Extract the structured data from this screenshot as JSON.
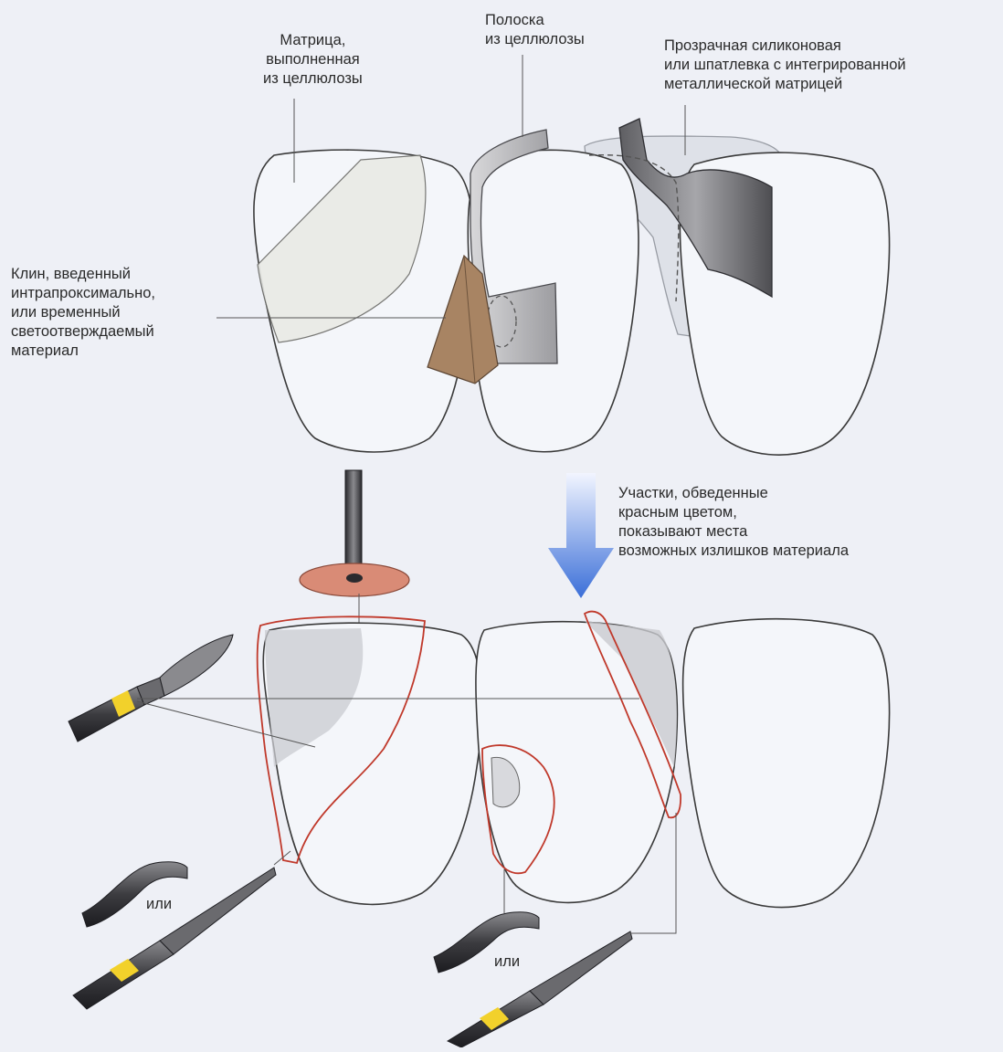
{
  "labels": {
    "matrix_cellulose": [
      "Матрица,",
      "выполненная",
      "из целлюлозы"
    ],
    "strip_cellulose": [
      "Полоска",
      "из целлюлозы"
    ],
    "silicone": [
      "Прозрачная силиконовая",
      "или шпатлевка с интегрированной",
      "металлической матрицей"
    ],
    "wedge": [
      "Клин, введенный",
      "интрапроксимально,",
      "или временный",
      "светоотверждаемый",
      "материал"
    ],
    "red_areas": [
      "Участки, обведенные",
      "красным цветом,",
      "показывают места",
      "возможных излишков материала"
    ],
    "or_left": "или",
    "or_right": "или"
  },
  "colors": {
    "background": "#eef0f6",
    "tooth_fill": "#f4f6fa",
    "tooth_stroke": "#3a3a3a",
    "red_outline": "#c0392b",
    "wedge": "#a88463",
    "disc": "#d98b76",
    "bur_band": "#f2d12b",
    "arrow_top": "#ffffff",
    "arrow_bottom": "#3b6fd8",
    "metal_strip": "#7d7d80"
  }
}
